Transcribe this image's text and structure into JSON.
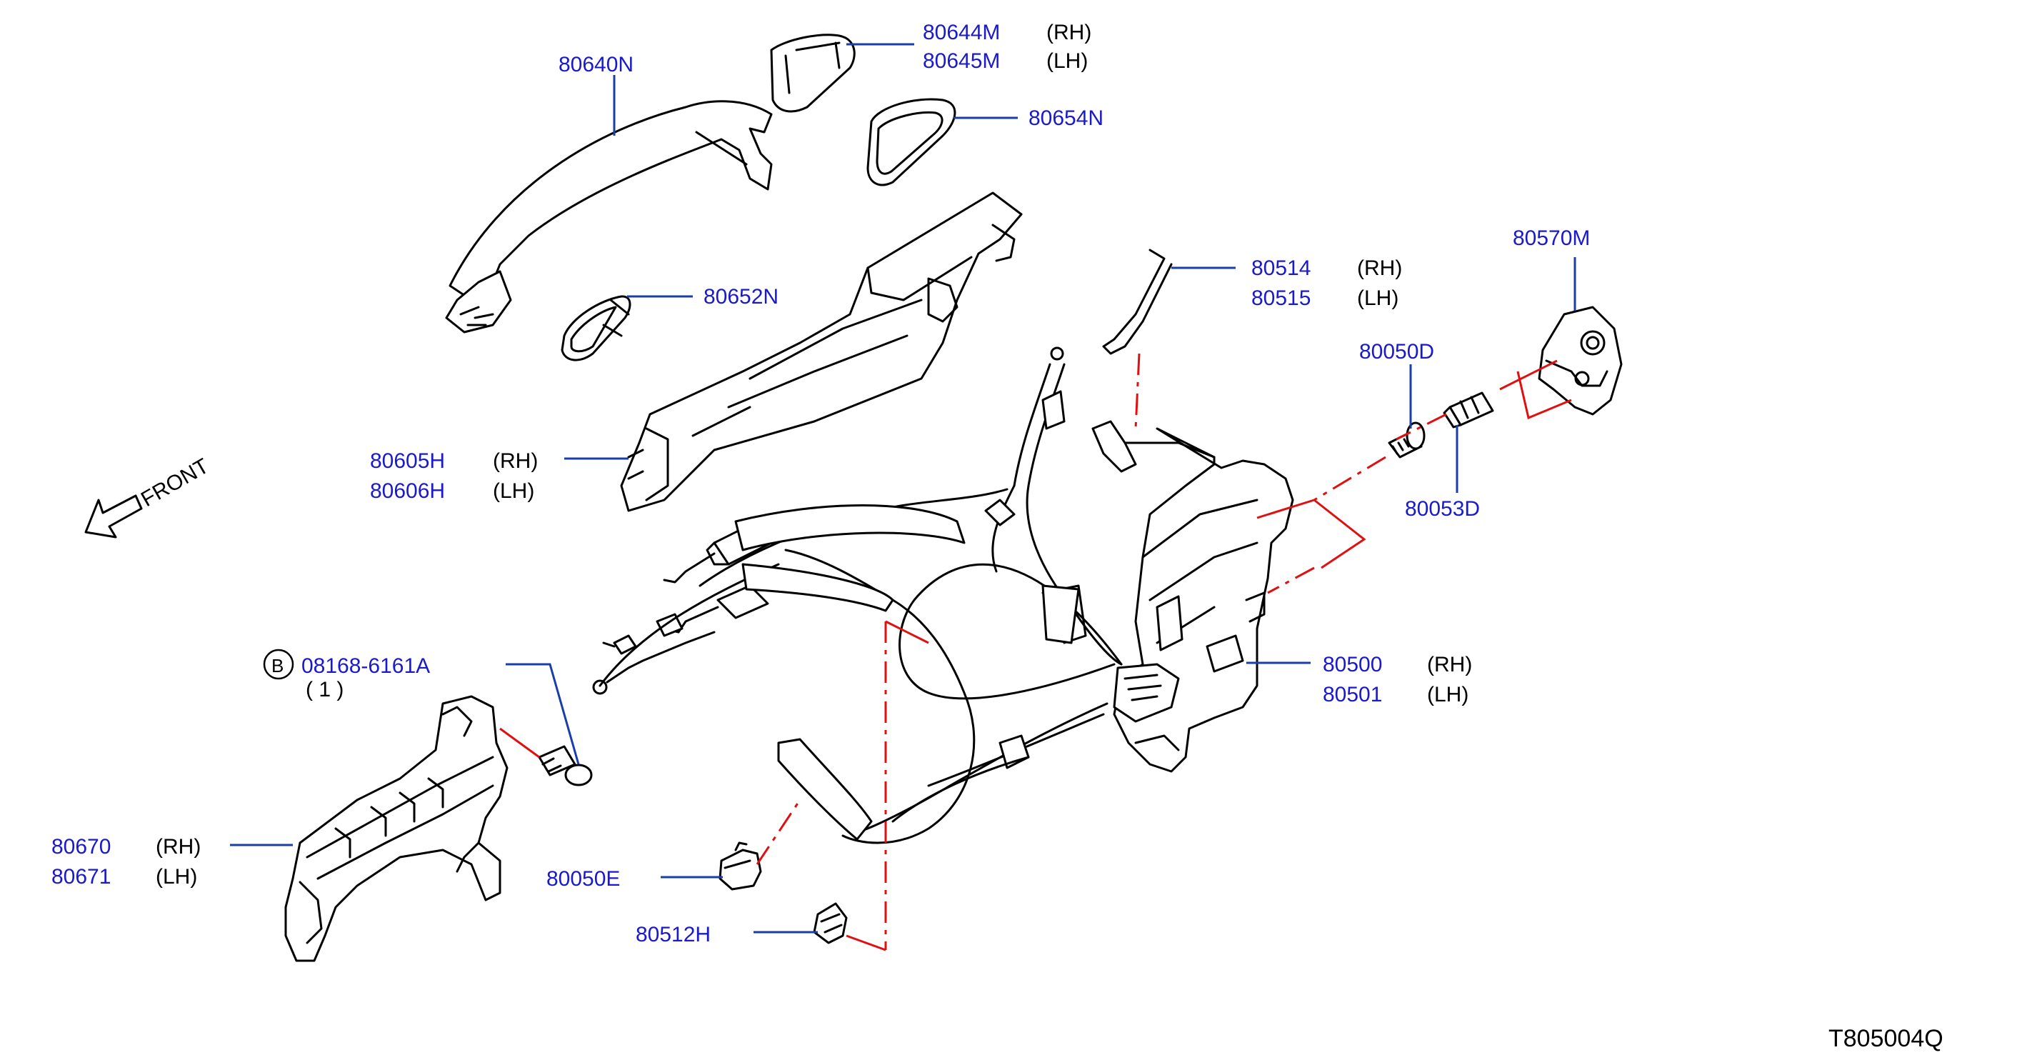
{
  "labels": {
    "p80640N": "80640N",
    "p80644M": "80644M",
    "p80644M_side": "(RH)",
    "p80645M": "80645M",
    "p80645M_side": "(LH)",
    "p80654N": "80654N",
    "p80652N": "80652N",
    "p80605H": "80605H",
    "p80605H_side": "(RH)",
    "p80606H": "80606H",
    "p80606H_side": "(LH)",
    "front": "FRONT",
    "p80514": "80514",
    "p80514_side": "(RH)",
    "p80515": "80515",
    "p80515_side": "(LH)",
    "p80570M": "80570M",
    "p80050D": "80050D",
    "p80053D": "80053D",
    "p80500": "80500",
    "p80500_side": "(RH)",
    "p80501": "80501",
    "p80501_side": "(LH)",
    "ref_letter": "B",
    "p08168": "08168-6161A",
    "qty": "( 1 )",
    "p80670": "80670",
    "p80670_side": "(RH)",
    "p80671": "80671",
    "p80671_side": "(LH)",
    "p80050E": "80050E",
    "p80512H": "80512H",
    "diagram_id": "T805004Q"
  },
  "colors": {
    "part_number": "#1a1acc",
    "leader": "#1a3ea8",
    "reference_line": "#e01010",
    "artwork": "#000000"
  }
}
